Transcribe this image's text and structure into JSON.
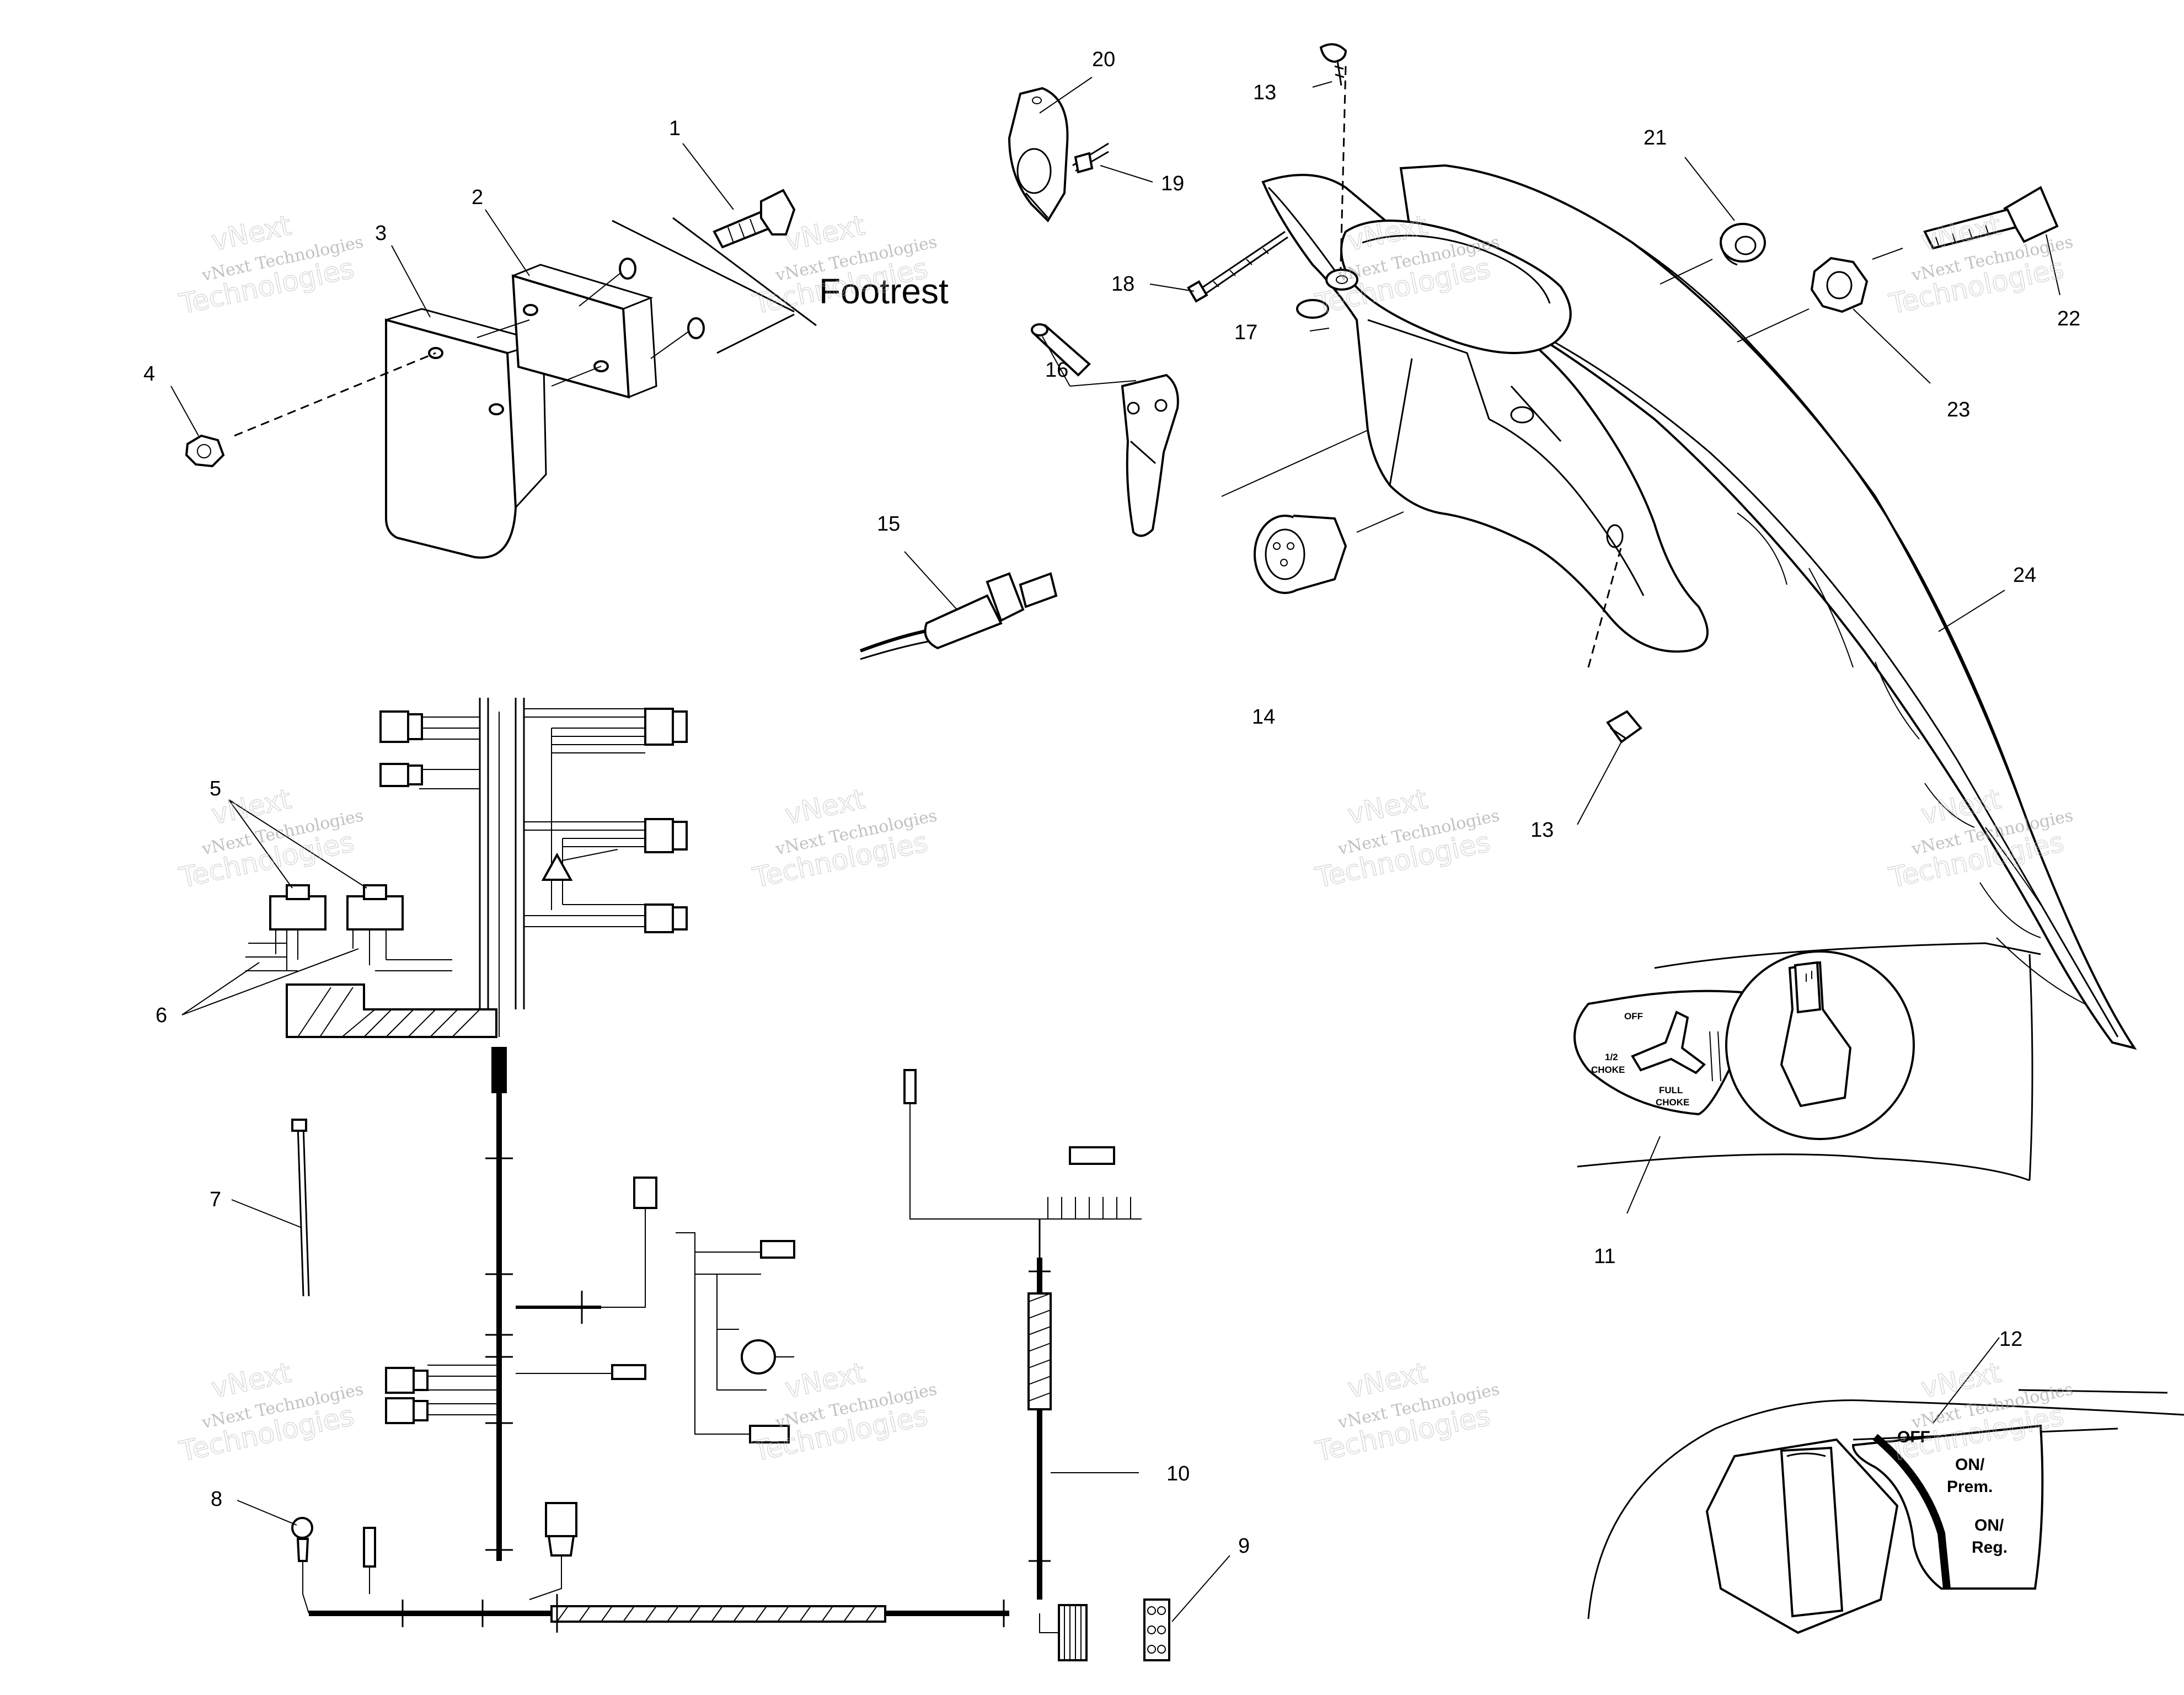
{
  "callouts": {
    "c1": "1",
    "c2": "2",
    "c3": "3",
    "c4": "4",
    "c5": "5",
    "c6": "6",
    "c7": "7",
    "c8": "8",
    "c9": "9",
    "c10": "10",
    "c11": "11",
    "c12": "12",
    "c13a": "13",
    "c13b": "13",
    "c14": "14",
    "c15": "15",
    "c16": "16",
    "c17": "17",
    "c18": "18",
    "c19": "19",
    "c20": "20",
    "c21": "21",
    "c22": "22",
    "c23": "23",
    "c24": "24"
  },
  "labels": {
    "footrest": "Footrest"
  },
  "choke_panel": {
    "off": "OFF",
    "half_choke_1": "1/2",
    "half_choke_2": "CHOKE",
    "full_choke_1": "FULL",
    "full_choke_2": "CHOKE"
  },
  "ignition_panel": {
    "off": "OFF",
    "on_prem_1": "ON/",
    "on_prem_2": "Prem.",
    "on_reg_1": "ON/",
    "on_reg_2": "Reg."
  },
  "watermark": {
    "line1": "vNext Technologies",
    "line2": "vNext",
    "line3": "Technologies"
  }
}
